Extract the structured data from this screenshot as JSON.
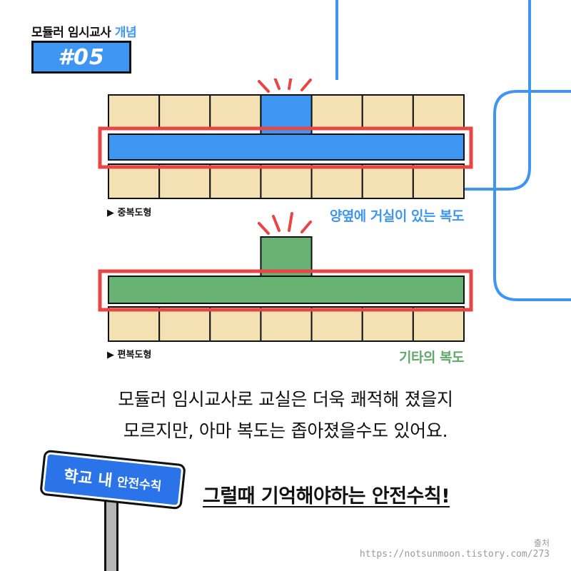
{
  "header": {
    "title_main": "모듈러 임시교사",
    "title_accent": "개념",
    "badge": "#05"
  },
  "diagrams": [
    {
      "caption": "▶ 중복도형",
      "label": "양옆에 거실이 있는 복도",
      "label_color": "#3f96f2",
      "corridor_color": "#3f96f2",
      "type": "central-corridor",
      "rooms_per_row": 7
    },
    {
      "caption": "▶ 편복도형",
      "label": "기타의 복도",
      "label_color": "#5faa6a",
      "corridor_color": "#68b374",
      "type": "single-loaded-corridor",
      "rooms_per_row": 7
    }
  ],
  "colors": {
    "room": "#f3e1b3",
    "highlight": "#e84545",
    "outline": "#111111",
    "decor": "#3f96f2"
  },
  "body": {
    "line1": "모듈러 임시교사로 교실은 더욱 쾌적해 졌을지",
    "line2": "모르지만, 아마 복도는 좁아졌을수도 있어요."
  },
  "sign": {
    "text_large": "학교 내",
    "text_small": "안전수칙"
  },
  "rule": "그럴때 기억해야하는 안전수칙!",
  "source": {
    "label": "출처",
    "url": "https://notsunmoon.tistory.com/273"
  }
}
